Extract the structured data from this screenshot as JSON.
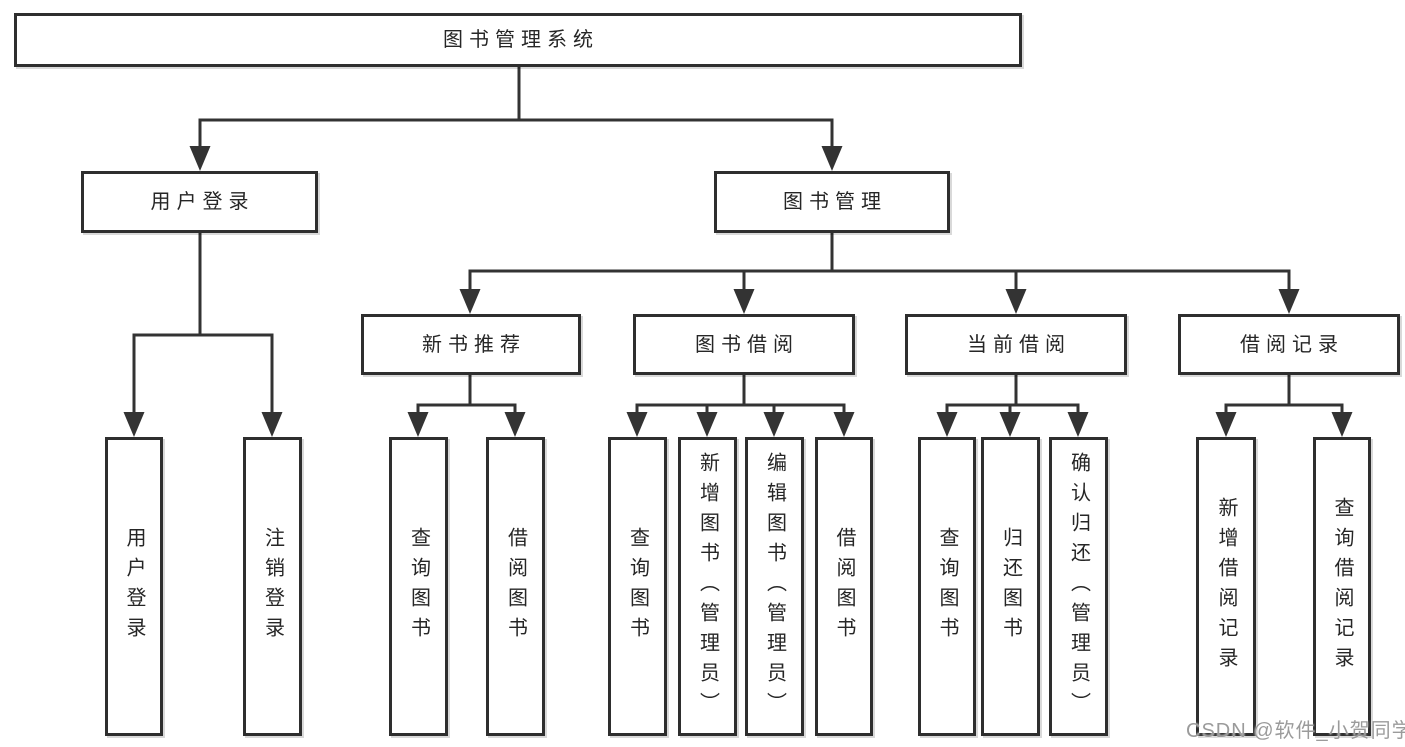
{
  "diagram": {
    "root": "图书管理系统",
    "level2": [
      "用户登录",
      "图书管理"
    ],
    "level3": [
      "新书推荐",
      "图书借阅",
      "当前借阅",
      "借阅记录"
    ],
    "leaves": [
      "用户登录",
      "注销登录",
      "查询图书",
      "借阅图书",
      "查询图书",
      "新增图书（管理员）",
      "编辑图书（管理员）",
      "借阅图书",
      "查询图书",
      "归还图书",
      "确认归还（管理员）",
      "新增借阅记录",
      "查询借阅记录"
    ]
  },
  "watermark": "CSDN @软件_小贺同学",
  "colors": {
    "line": "#333333",
    "text": "#262626",
    "box_border": "#2e2e2e",
    "box_fill": "#ffffff",
    "background": "#ffffff",
    "watermark": "#9b9b9b"
  }
}
